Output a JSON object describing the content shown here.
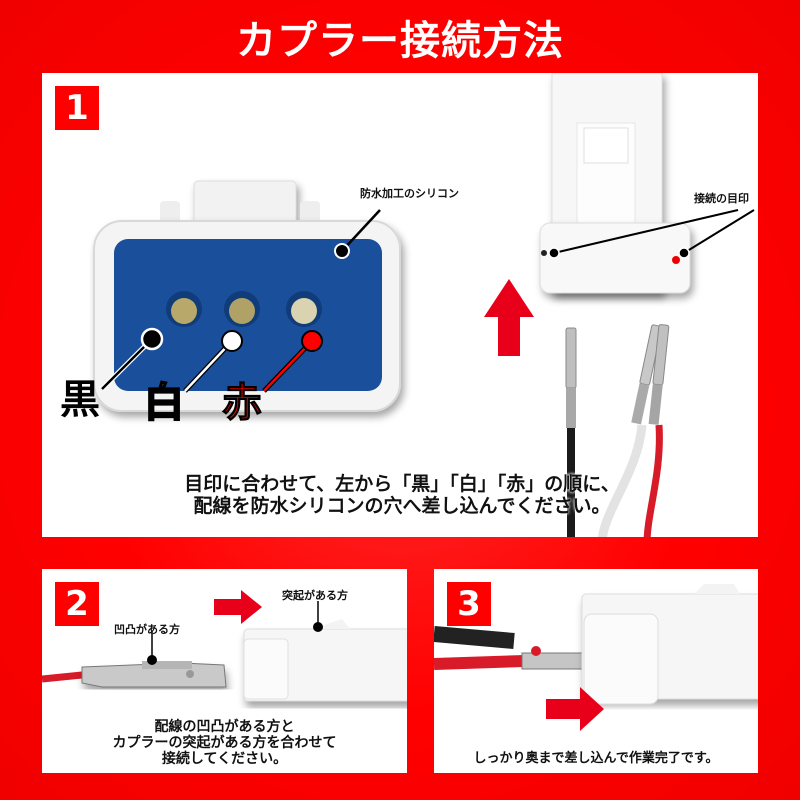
{
  "title": "カプラー接続方法",
  "colors": {
    "background": "#ff0000",
    "panel": "#ffffff",
    "silicone": "#1a4f9c",
    "arrow": "#e8001a"
  },
  "step1": {
    "number": "1",
    "silicone_label": "防水加工のシリコン",
    "marker_label": "接続の目印",
    "wire_labels": [
      {
        "text": "黒",
        "color": "#000000"
      },
      {
        "text": "白",
        "color": "#ffffff"
      },
      {
        "text": "赤",
        "color": "#ff0000"
      }
    ],
    "caption_line1": "目印に合わせて、左から「黒」「白」「赤」の順に、",
    "caption_line2": "配線を防水シリコンの穴へ差し込んでください。",
    "arrow_icon": "up-arrow-icon"
  },
  "step2": {
    "number": "2",
    "wire_label": "凹凸がある方",
    "coupler_label": "突起がある方",
    "caption_line1": "配線の凹凸がある方と",
    "caption_line2": "カプラーの突起がある方を合わせて",
    "caption_line3": "接続してください。",
    "arrow_icon": "right-arrow-icon"
  },
  "step3": {
    "number": "3",
    "caption": "しっかり奥まで差し込んで作業完了です。",
    "arrow_icon": "right-arrow-icon"
  }
}
